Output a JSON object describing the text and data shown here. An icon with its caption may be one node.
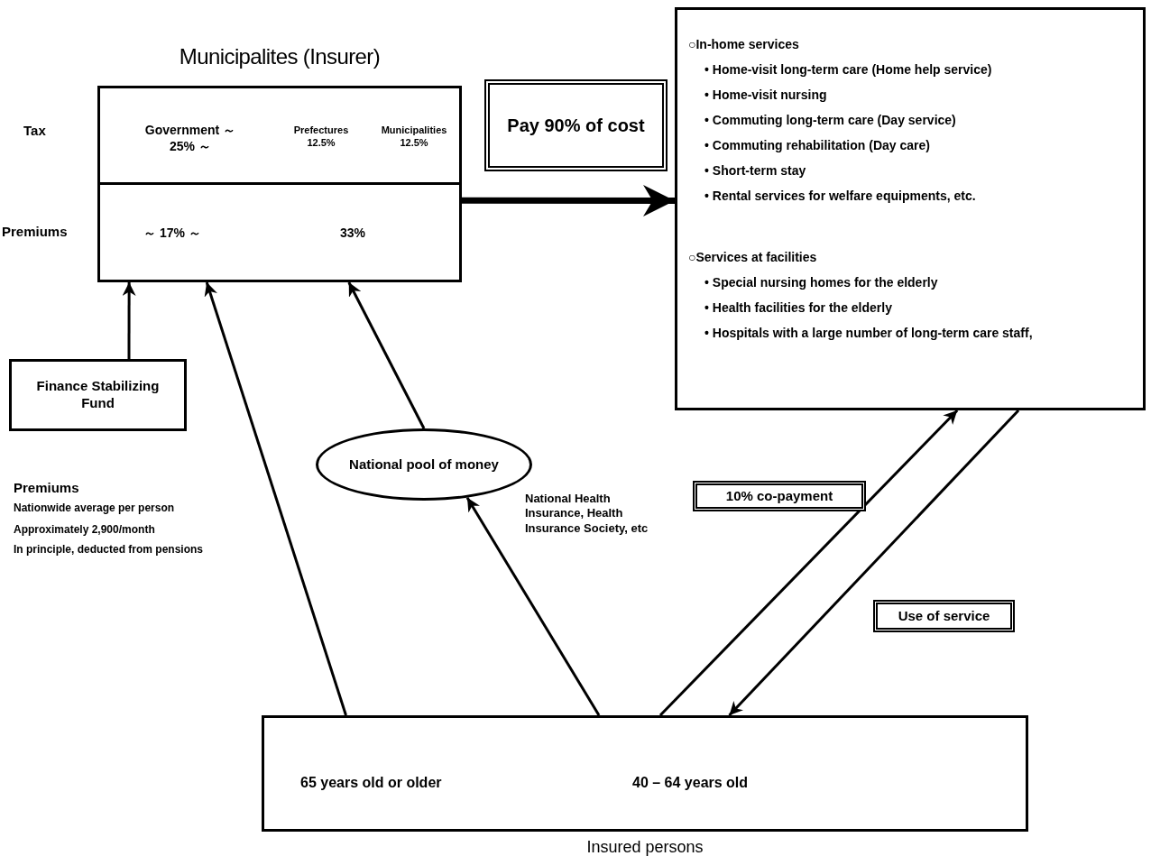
{
  "diagram": {
    "nodes": [
      {
        "text": [
          "Municipalites (Insurer)",
          "Government ～ 25% ～",
          "Prefectures 12.5%",
          "Municipalities 12.5%",
          "～ 17% ～",
          "33%"
        ]
      },
      {
        "text": [
          "○In-home services",
          "• Home-visit long-term care (Home help service)",
          "• Home-visit nursing",
          "• Commuting long-term care (Day service)",
          "• Commuting rehabilitation (Day care)",
          "• Short-term stay",
          "• Rental services for welfare equipments, etc.",
          "○Services at facilities",
          "• Special nursing homes for the elderly",
          "• Health facilities for the elderly",
          "• Hospitals with a large number of long-term care staff,"
        ]
      },
      {
        "text": [
          "Pay 90% of cost"
        ]
      },
      {
        "text": [
          "Finance Stabilizing Fund"
        ]
      },
      {
        "text": [
          "National pool of money"
        ]
      },
      {
        "text": [
          "10% co-payment"
        ]
      },
      {
        "text": [
          "Use of service"
        ]
      },
      {
        "text": [
          "65 years old or older",
          "40 – 64 years old",
          "Insured persons"
        ]
      }
    ],
    "edges": [
      {
        "from": 0,
        "to": 1,
        "arrow": "to",
        "style": "thick"
      },
      {
        "from": 3,
        "to": 0,
        "arrow": "to"
      },
      {
        "from": 7,
        "to": 0,
        "arrow": "to"
      },
      {
        "from": 7,
        "to": 4,
        "arrow": "to"
      },
      {
        "from": 4,
        "to": 0,
        "arrow": "to"
      },
      {
        "from": 7,
        "to": 1,
        "arrow": "to"
      },
      {
        "from": 1,
        "to": 7,
        "arrow": "to"
      }
    ],
    "labels": [
      "Tax",
      "Premiums",
      "Premiums",
      "Nationwide average per person",
      "Approximately 2,900/month",
      "In principle, deducted from pensions",
      "National Health Insurance, Health Insurance Society, etc"
    ]
  }
}
